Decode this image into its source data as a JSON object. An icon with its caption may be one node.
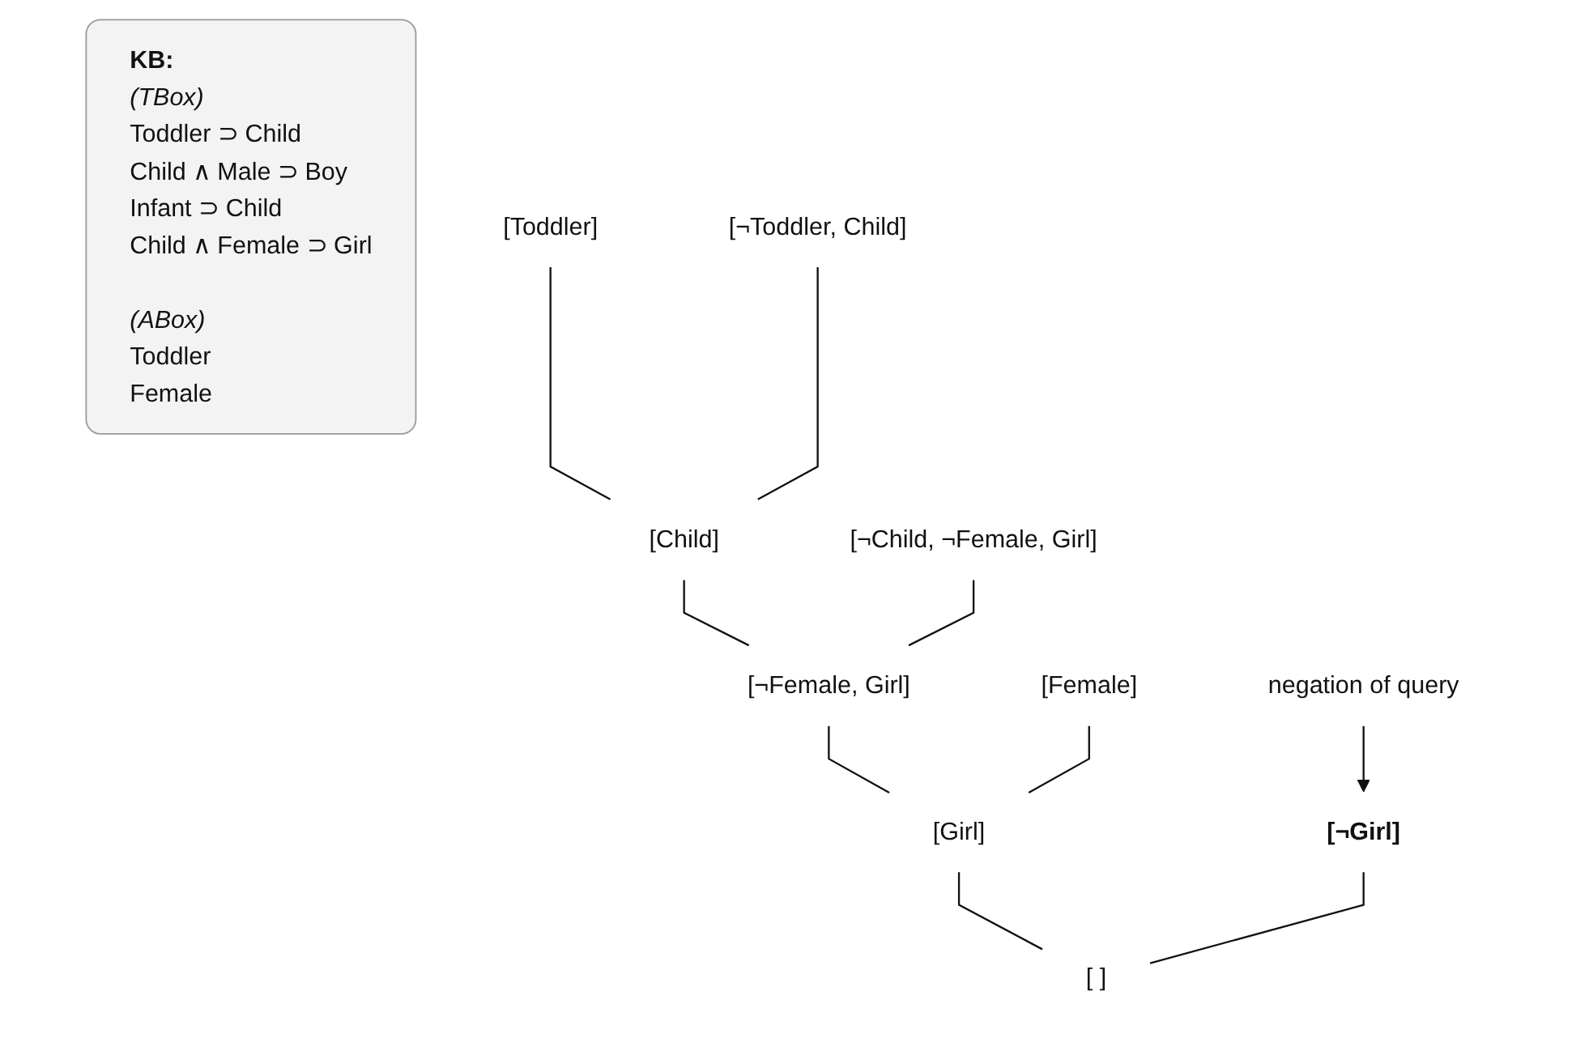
{
  "diagram": {
    "nodes": [
      {
        "text": [
          "KB:",
          "(TBox)",
          "Toddler ⊃ Child",
          "Child ∧ Male ⊃ Boy",
          "Infant ⊃ Child",
          "Child ∧ Female ⊃ Girl",
          "(ABox)",
          "Toddler",
          "Female"
        ]
      },
      {
        "text": [
          "[Toddler]"
        ]
      },
      {
        "text": [
          "[¬Toddler, Child]"
        ]
      },
      {
        "text": [
          "[Child]"
        ]
      },
      {
        "text": [
          "[¬Child, ¬Female, Girl]"
        ]
      },
      {
        "text": [
          "[¬Female, Girl]"
        ]
      },
      {
        "text": [
          "[Female]"
        ]
      },
      {
        "text": [
          "[Girl]"
        ]
      },
      {
        "text": [
          "[¬Girl]"
        ]
      },
      {
        "text": [
          "[ ]"
        ]
      },
      {
        "text": [
          "negation of query"
        ]
      }
    ],
    "edges": [
      {
        "from": 1,
        "to": 3,
        "arrow": "none"
      },
      {
        "from": 2,
        "to": 3,
        "arrow": "none"
      },
      {
        "from": 3,
        "to": 5,
        "arrow": "none"
      },
      {
        "from": 4,
        "to": 5,
        "arrow": "none"
      },
      {
        "from": 5,
        "to": 7,
        "arrow": "none"
      },
      {
        "from": 6,
        "to": 7,
        "arrow": "none"
      },
      {
        "from": 7,
        "to": 9,
        "arrow": "none"
      },
      {
        "from": 8,
        "to": 9,
        "arrow": "none"
      },
      {
        "from": 10,
        "to": 8,
        "arrow": "to"
      }
    ]
  }
}
